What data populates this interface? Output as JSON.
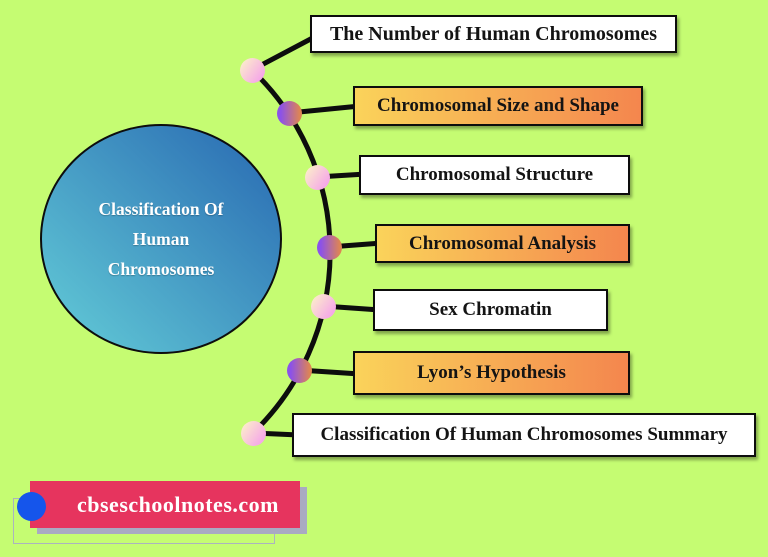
{
  "title_circle": {
    "line1": "Classification Of",
    "line2": "Human",
    "line3": "Chromosomes"
  },
  "topics": [
    {
      "label": "The Number of Human Chromosomes",
      "style": "white"
    },
    {
      "label": "Chromosomal Size and Shape",
      "style": "orange"
    },
    {
      "label": "Chromosomal Structure",
      "style": "white"
    },
    {
      "label": "Chromosomal Analysis",
      "style": "orange"
    },
    {
      "label": "Sex Chromatin",
      "style": "white"
    },
    {
      "label": "Lyon’s Hypothesis",
      "style": "orange"
    },
    {
      "label": "Classification Of Human Chromosomes Summary",
      "style": "white"
    }
  ],
  "footer": {
    "site": "cbseschoolnotes.com"
  },
  "colors": {
    "background": "#c5fc72",
    "circle_gradient_start": "#64ced8",
    "circle_gradient_end": "#2767b1",
    "orange_box_start": "#fad35a",
    "orange_box_end": "#f4864e",
    "banner_pink": "#e6345e",
    "banner_dot_blue": "#1555eb",
    "node_pink_start": "#fceccb",
    "node_pink_end": "#f5a6e8",
    "node_purple_start": "#8c52e8",
    "node_purple_end": "#dd8455",
    "line_black": "#0d0d0d"
  }
}
